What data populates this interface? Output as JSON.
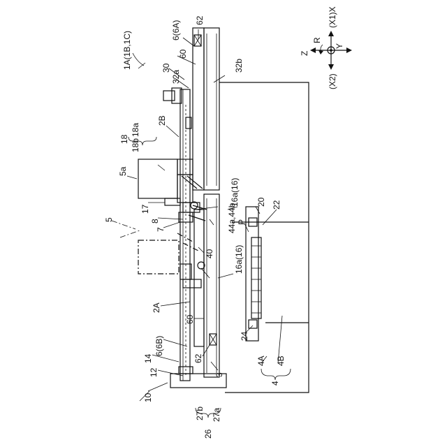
{
  "labels": {
    "machine": "1A(1B,1C)",
    "axes": {
      "z": "Z",
      "r": "R",
      "x1x": "(X1)X",
      "y": "Y",
      "x2": "(X2)"
    },
    "l62_top": "62",
    "l6a": "6(6A)",
    "l60_top": "60",
    "l30": "30",
    "l32a": "32a",
    "l32b": "32b",
    "l2b": "2B",
    "l18": "18",
    "l18b": "18b",
    "l18a": "18a",
    "l5a": "5a",
    "l5": "5",
    "l17": "17",
    "l8": "8",
    "l7": "7",
    "l44": "44a,44b",
    "l16a_top": "16a(16)",
    "lP": "P",
    "l20": "20",
    "l22": "22",
    "l40": "40",
    "l16a_mid": "16a(16)",
    "l2a": "2A",
    "l60_bot": "60",
    "l6b": "6(6B)",
    "l14": "14",
    "l62_bot": "62",
    "l12": "12",
    "l3": "3",
    "l10": "10",
    "l24": "24",
    "l4a": "4A",
    "l4b": "4B",
    "l4": "4",
    "l27b": "27b",
    "l27a": "27a",
    "l26": "26"
  }
}
